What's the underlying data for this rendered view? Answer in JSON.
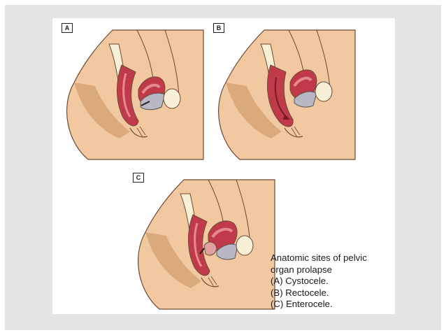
{
  "panels": [
    {
      "label": "A"
    },
    {
      "label": "B"
    },
    {
      "label": "C"
    }
  ],
  "caption": {
    "lines": [
      "Anatomic sites of pelvic",
      "organ prolapse",
      "(A) Cystocele.",
      "(B) Rectocele.",
      "(C) Enterocele."
    ]
  },
  "colors": {
    "slide_background": "#e5e5e5",
    "skin": "#f2c8a0",
    "skin_shadow": "#c8925e",
    "organ_red": "#c03a4a",
    "organ_pink": "#e58a8e",
    "bone": "#f7efd6"
  }
}
